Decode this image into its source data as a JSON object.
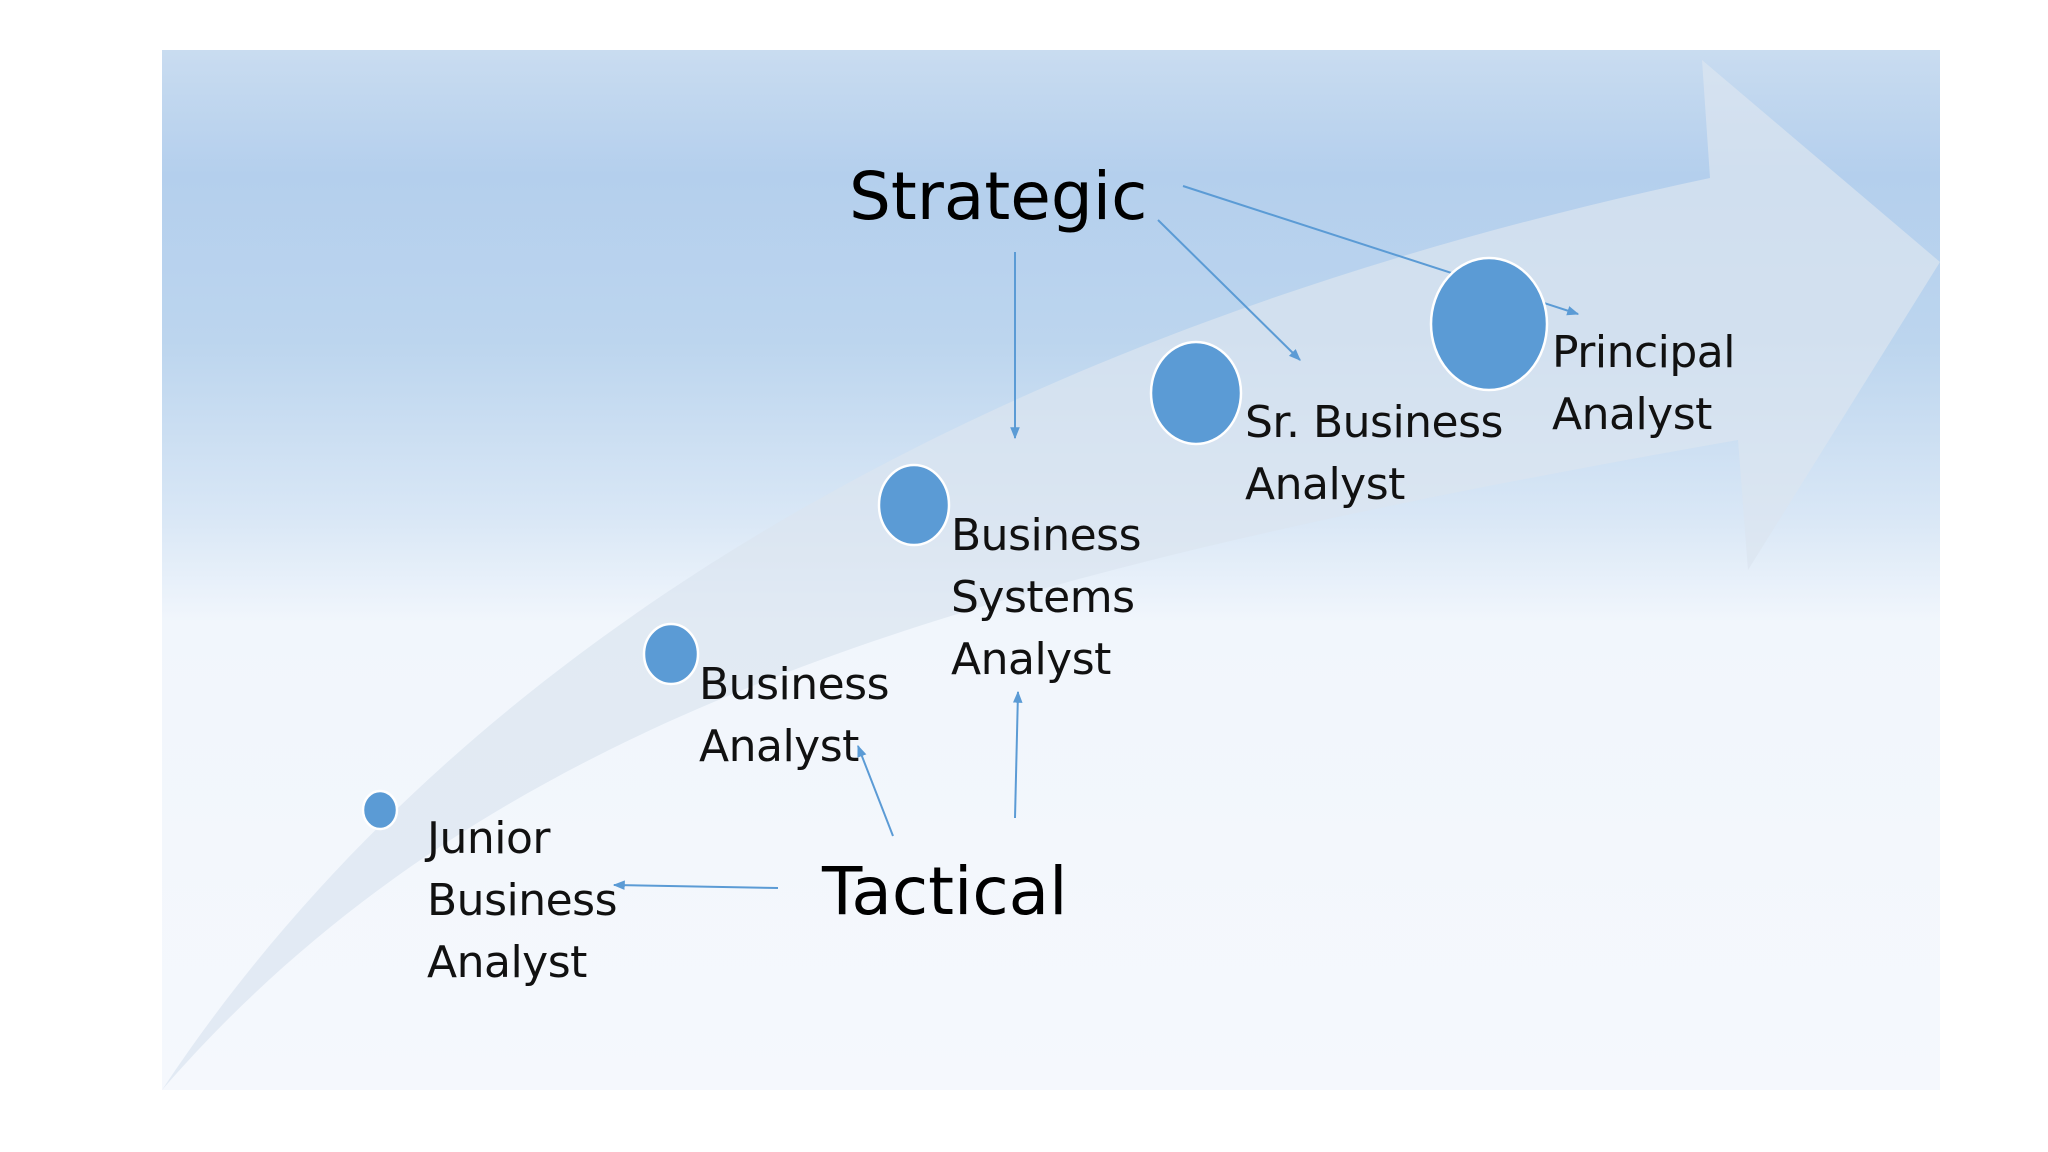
{
  "slide": {
    "strategic_label": "Strategic",
    "tactical_label": "Tactical",
    "stages": [
      {
        "name": "junior-business-analyst",
        "label": "Junior\nBusiness\nAnalyst"
      },
      {
        "name": "business-analyst",
        "label": "Business\nAnalyst"
      },
      {
        "name": "business-systems-analyst",
        "label": "Business\nSystems\nAnalyst"
      },
      {
        "name": "sr-business-analyst",
        "label": "Sr. Business\nAnalyst"
      },
      {
        "name": "principal-analyst",
        "label": "Principal\nAnalyst"
      }
    ]
  },
  "colors": {
    "bg_top": "#b7d2ee",
    "bg_bottom": "#f4f8fd",
    "arrow_fill": "#dbe4f0",
    "node_fill": "#5b9bd5",
    "node_stroke": "#ffffff",
    "connector": "#5b9bd5",
    "text": "#111111"
  }
}
